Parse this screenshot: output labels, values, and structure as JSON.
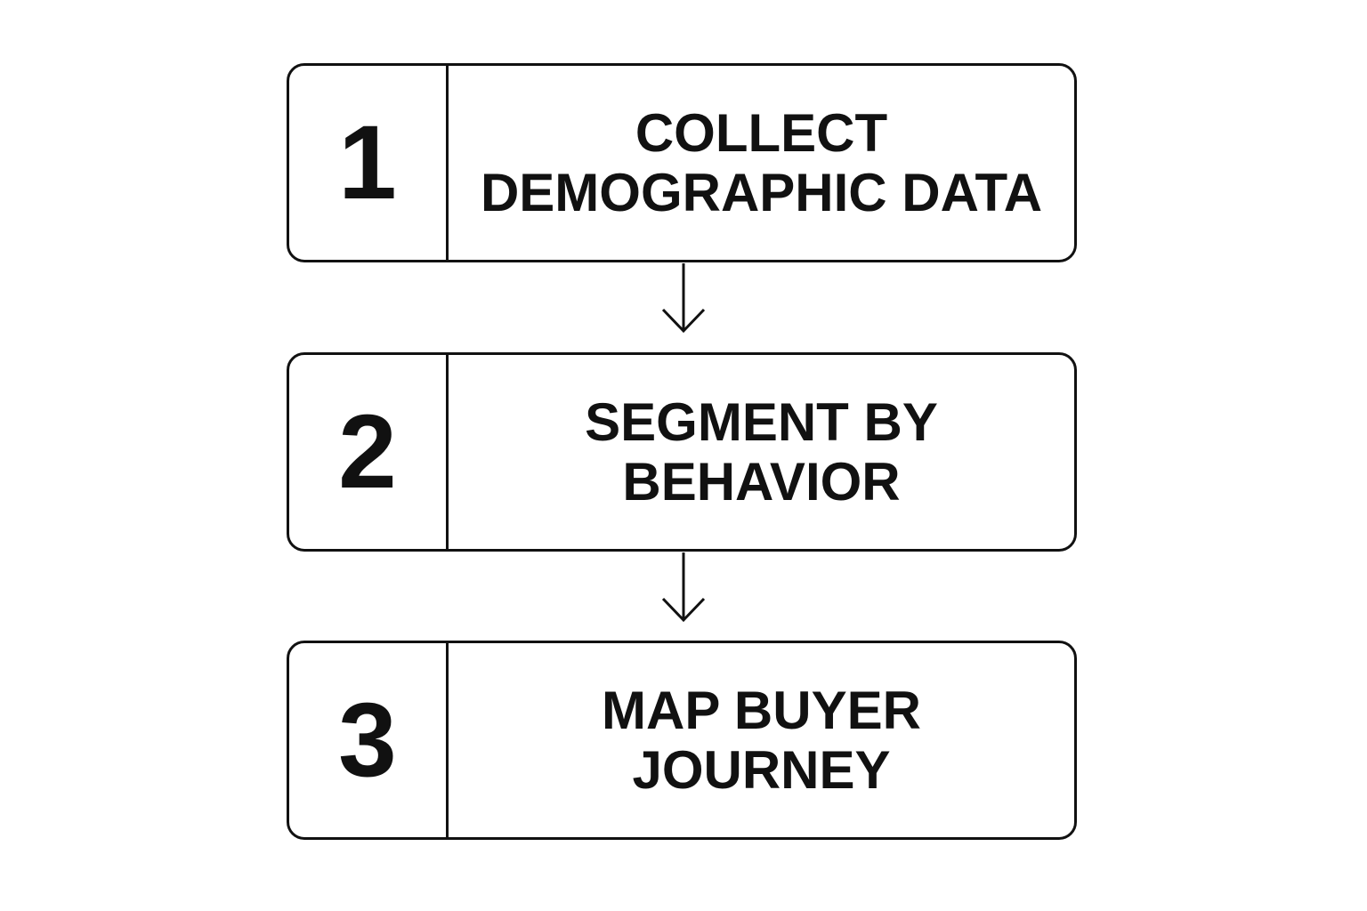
{
  "steps": [
    {
      "number": "1",
      "label": "COLLECT\nDEMOGRAPHIC DATA"
    },
    {
      "number": "2",
      "label": "SEGMENT BY\nBEHAVIOR"
    },
    {
      "number": "3",
      "label": "MAP BUYER\nJOURNEY"
    }
  ],
  "colors": {
    "stroke": "#111111",
    "background": "#ffffff"
  }
}
